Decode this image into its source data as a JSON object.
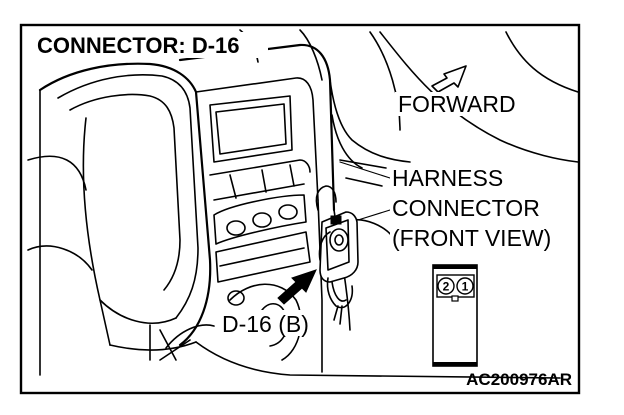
{
  "diagram": {
    "title": "CONNECTOR: D-16",
    "labels": {
      "forward": "FORWARD",
      "harness_line1": "HARNESS",
      "harness_line2": "CONNECTOR",
      "harness_line3": "(FRONT VIEW)",
      "connector_callout": "D-16 (B)",
      "figure_code": "AC200976AR"
    },
    "connector_pins": [
      "2",
      "1"
    ]
  }
}
